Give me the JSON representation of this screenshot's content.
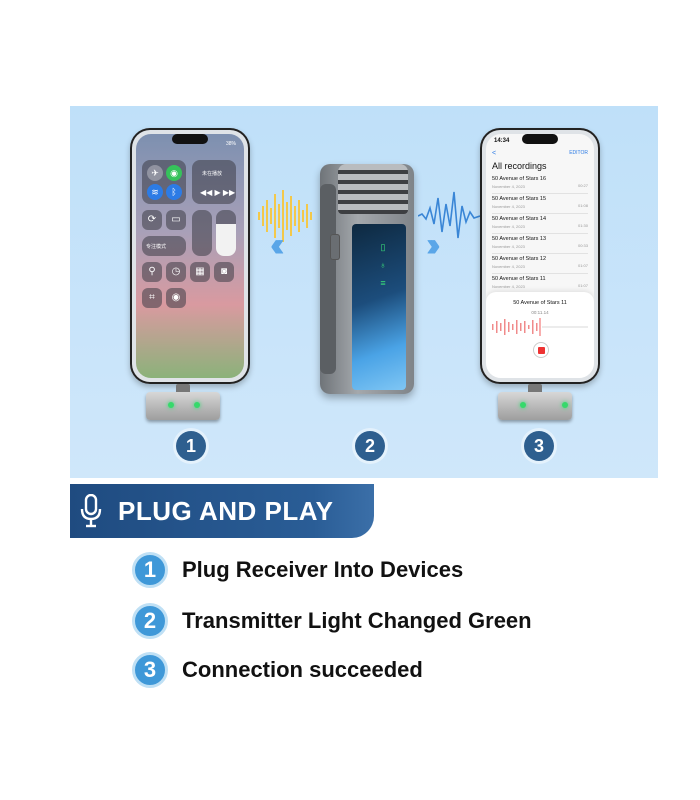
{
  "illustration": {
    "step_markers": [
      "1",
      "2",
      "3"
    ],
    "left_phone": {
      "status_time": "",
      "battery": "38%",
      "now_playing": "未在播放",
      "focus_mode": "专注模式"
    },
    "right_phone": {
      "status_time": "14:34",
      "back": "<",
      "edit_label": "EDITOR",
      "title": "All recordings",
      "recordings": [
        {
          "name": "50 Avenue of Stars 16",
          "date": "November 4, 2023",
          "duration": "00:27"
        },
        {
          "name": "50 Avenue of Stars 15",
          "date": "November 4, 2023",
          "duration": "01:08"
        },
        {
          "name": "50 Avenue of Stars 14",
          "date": "November 4, 2023",
          "duration": "01:30"
        },
        {
          "name": "50 Avenue of Stars 13",
          "date": "November 4, 2023",
          "duration": "00:33"
        },
        {
          "name": "50 Avenue of Stars 12",
          "date": "November 4, 2023",
          "duration": "01:07"
        },
        {
          "name": "50 Avenue of Stars 11",
          "date": "November 4, 2023",
          "duration": "01:07"
        }
      ],
      "now_recording_title": "50 Avenue of Stars 11",
      "now_recording_time": "00:11.14"
    }
  },
  "banner": {
    "icon": "microphone-icon",
    "title": "PLUG AND PLAY"
  },
  "steps": [
    {
      "number": "1",
      "text": "Plug Receiver Into Devices"
    },
    {
      "number": "2",
      "text": "Transmitter Light Changed Green"
    },
    {
      "number": "3",
      "text": "Connection succeeded"
    }
  ],
  "colors": {
    "hero_background": "#c6e3f8",
    "banner": "#25568c",
    "step_circle": "#3f98d8",
    "led_green": "#36d96b"
  }
}
